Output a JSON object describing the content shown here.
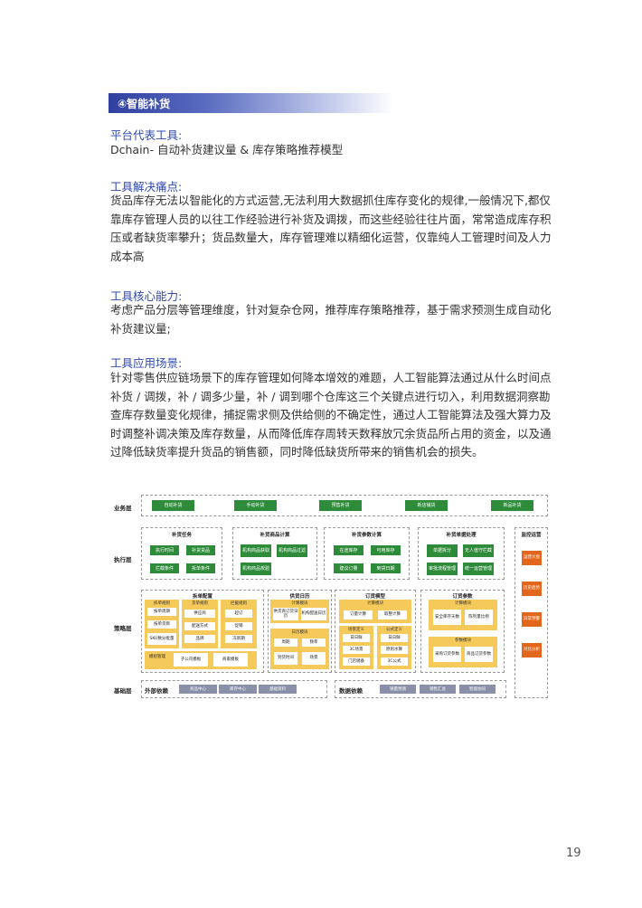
{
  "section": {
    "title": "④智能补货"
  },
  "blocks": [
    {
      "heading": "平台代表工具:",
      "body": "Dchain- 自动补货建议量 & 库存策略推荐模型"
    },
    {
      "heading": "工具解决痛点:",
      "body": "货品库存无法以智能化的方式运营,无法利用大数据抓住库存变化的规律,一般情况下,都仅靠库存管理人员的以往工作经验进行补货及调拨，而这些经验往往片面，常常造成库存积压或者缺货率攀升；货品数量大，库存管理难以精细化运营，仅靠纯人工管理时间及人力成本高"
    },
    {
      "heading": "工具核心能力:",
      "body": "考虑产品分层等管理维度，针对复杂仓网，推荐库存策略推荐，基于需求预测生成自动化补货建议量;"
    },
    {
      "heading": "工具应用场景:",
      "body": "针对零售供应链场景下的库存管理如何降本增效的难题，人工智能算法通过从什么时间点补货 / 调拨，补 / 调多少量，补 / 调到哪个仓库这三个关键点进行切入，利用数据洞察勘查库存数量变化规律，捕捉需求侧及供给侧的不确定性，通过人工智能算法及强大算力及时调整补调决策及库存数量，从而降低库存周转天数释放冗余货品所占用的资金，以及通过降低缺货率提升货品的销售额，同时降低缺货所带来的销售机会的损失。"
    }
  ],
  "diagram": {
    "layers": {
      "business": "业务层",
      "execution": "执行层",
      "strategy": "策略层",
      "base": "基础层"
    },
    "business": [
      "自动补货",
      "手动补货",
      "预售补货",
      "新店铺货",
      "新品补货"
    ],
    "exec": [
      {
        "title": "补货任务",
        "items": [
          "执行时间",
          "补货货品",
          "拦截条件",
          "拆单条件"
        ]
      },
      {
        "title": "补货商品计算",
        "items": [
          "机构商品获取",
          "机构商品过滤",
          "机构商品校验"
        ]
      },
      {
        "title": "补货参数计算",
        "items": [
          "在途库存",
          "可用库存",
          "建议订量",
          "到货日期"
        ]
      },
      {
        "title": "补货单据处理",
        "items": [
          "单据拆分",
          "无人值守拦截",
          "审批流程管理",
          "统一运营管理"
        ]
      }
    ],
    "monitor": {
      "title": "监控运营",
      "items": [
        "运营大盘",
        "历史趋势",
        "异常预警",
        "对比分析"
      ]
    },
    "split": {
      "title": "拆单配置",
      "a": "拆单规则",
      "b": "货单规则",
      "c": "拦截规则",
      "a_items": [
        "按单周期",
        "按单货目",
        "SKU数分批量"
      ],
      "b_items": [
        "供应商",
        "配送方式",
        "品牌"
      ],
      "c_items": [
        "超订",
        "促销",
        "冻新期"
      ],
      "mod": "模组管理",
      "sub": "子公司模板",
      "store": "商家模板"
    },
    "cal": {
      "title": "供货日历",
      "calc": "计算模块",
      "calc_items": [
        "供货商订货日历",
        "机构配送日历"
      ],
      "sched": "日历模块",
      "sched_items": [
        "周期",
        "频率",
        "到货时间",
        "场景"
      ]
    },
    "order": {
      "title": "订货模型",
      "calc": "计算模块",
      "calc_items": [
        "订量计算",
        "取整计算"
      ],
      "scene": "场景定义",
      "formula": "公式定义",
      "scene_items": [
        "日日鲜",
        "3C场景",
        "门店储备"
      ],
      "formula_items": [
        "日日鲜",
        "原则水算",
        "3C公式"
      ]
    },
    "param": {
      "title": "订货参数",
      "calc": "计算模块",
      "calc_items": [
        "安全库存天数",
        "陈列量比例"
      ],
      "ref": "参数模块",
      "ref_items": [
        "采购订货参数",
        "商品订货参数"
      ]
    },
    "base": {
      "ext": "外部依赖",
      "ext_items": [
        "商品中心",
        "库存中心",
        "基础资料"
      ],
      "data": "数据依赖",
      "data_items": [
        "销量预测",
        "销售汇总",
        "智能协同"
      ]
    }
  },
  "page_number": "19"
}
